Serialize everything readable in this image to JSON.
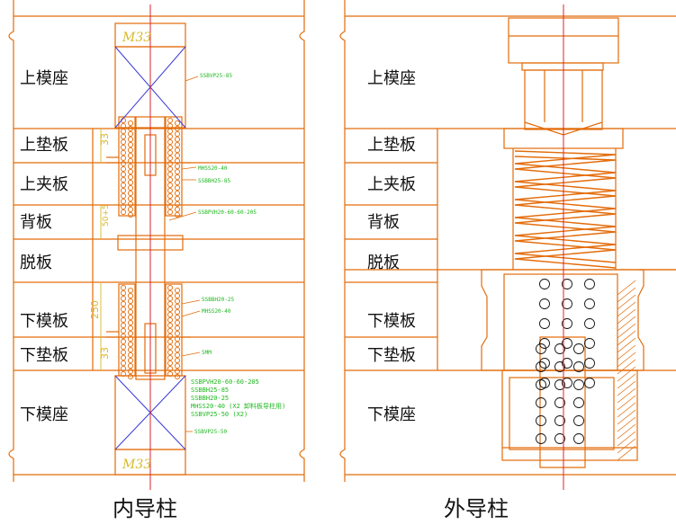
{
  "left_panel": {
    "plate_labels": [
      "上模座",
      "上垫板",
      "上夹板",
      "背板",
      "脱板",
      "下模板",
      "下垫板",
      "下模座"
    ],
    "nut_top_label": "M33",
    "nut_bottom_label": "M33",
    "dim_labels": [
      "33",
      "50+5",
      "250",
      "33"
    ],
    "part_notes": [
      "SSBVP25-85",
      "MHSS20-40",
      "SSBBH25-85",
      "SSBPVH20-60-60-205",
      "SSBBH20-25",
      "MHSS20-40",
      "5MM"
    ],
    "part_notes_block": [
      "SSBPVH20-60-60-205",
      "SSBBH25-85",
      "SSBBH20-25",
      "MHSS20-40   (X2  卸料板导柱用)",
      "SSBVP25-50   (X2)"
    ],
    "part_note_bottom": "SSBVP25-50",
    "caption": "内导柱"
  },
  "right_panel": {
    "plate_labels": [
      "上模座",
      "上垫板",
      "上夹板",
      "背板",
      "脱板",
      "下模板",
      "下垫板",
      "下模座"
    ],
    "caption": "外导柱"
  },
  "colors": {
    "drawing_line": "#e36c0a",
    "center_line": "#d9262c",
    "cross": "#3a3ad8",
    "note_text": "#1fb81f",
    "dimension": "#d7b92a",
    "spring": "#e36c0a",
    "plate_text": "#111111"
  }
}
